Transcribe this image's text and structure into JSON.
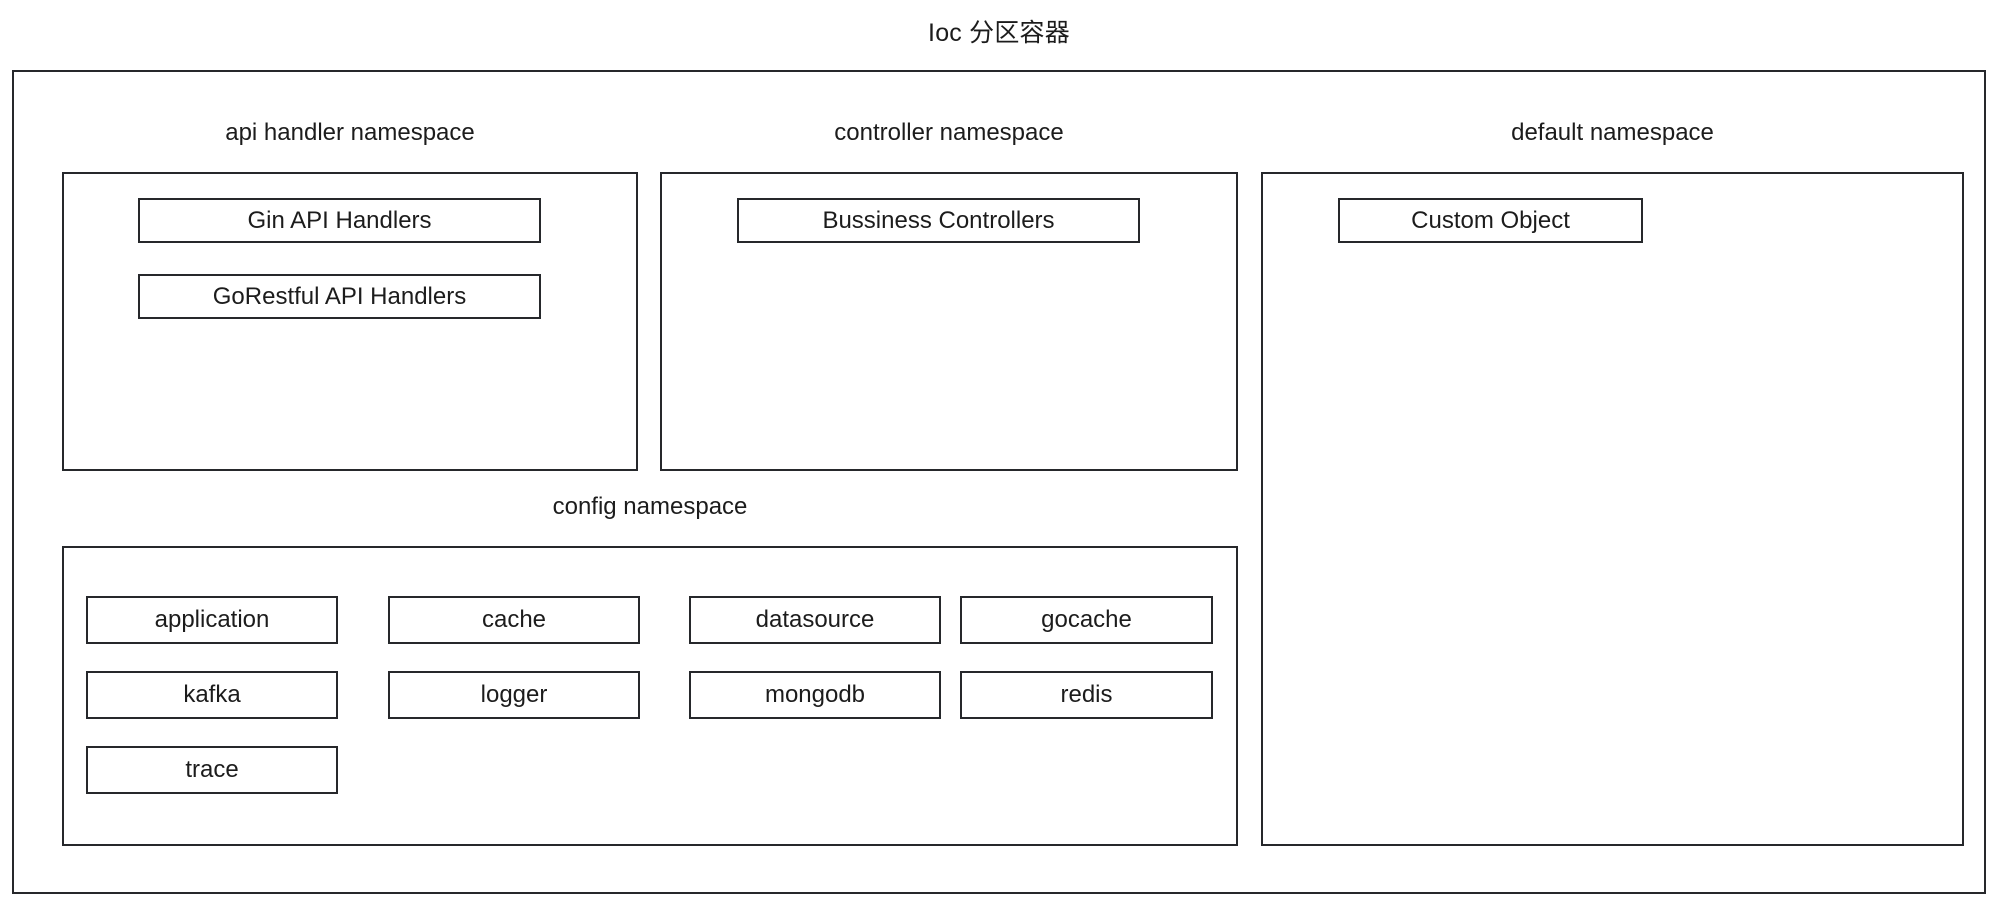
{
  "diagram": {
    "title": "Ioc 分区容器",
    "container_name": "ioc-partition-container",
    "colors": {
      "stroke": "#26282b",
      "fill": "#ffffff",
      "text": "#1c1c1c"
    }
  },
  "namespaces": {
    "api_handler": {
      "label": "api handler namespace",
      "items": [
        {
          "label": "Gin API Handlers"
        },
        {
          "label": "GoRestful API Handlers"
        }
      ]
    },
    "controller": {
      "label": "controller namespace",
      "items": [
        {
          "label": "Bussiness Controllers"
        }
      ]
    },
    "default": {
      "label": "default namespace",
      "items": [
        {
          "label": "Custom Object"
        }
      ]
    },
    "config": {
      "label": "config namespace",
      "items": [
        {
          "label": "application"
        },
        {
          "label": "cache"
        },
        {
          "label": "datasource"
        },
        {
          "label": "gocache"
        },
        {
          "label": "kafka"
        },
        {
          "label": "logger"
        },
        {
          "label": "mongodb"
        },
        {
          "label": "redis"
        },
        {
          "label": "trace"
        }
      ]
    }
  }
}
